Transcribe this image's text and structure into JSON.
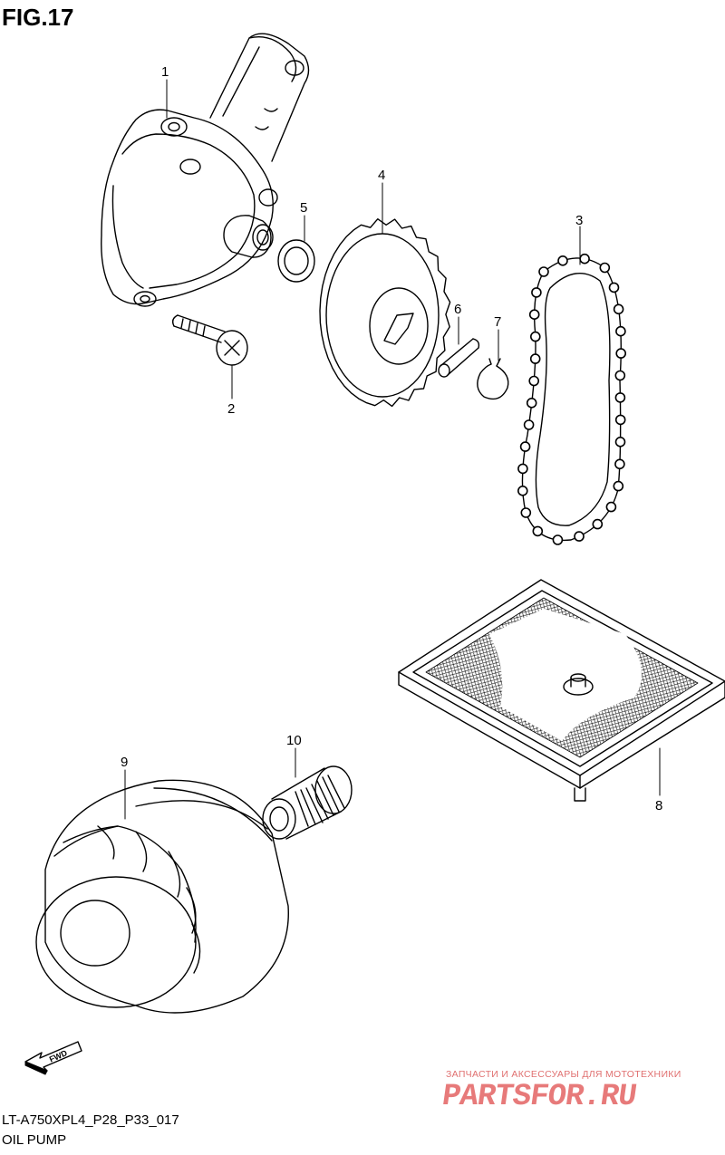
{
  "figure": {
    "title": "FIG.17",
    "model_code": "LT-A750XPL4_P28_P33_017",
    "section_name": "OIL PUMP"
  },
  "callouts": [
    {
      "id": "1",
      "label": "1"
    },
    {
      "id": "2",
      "label": "2"
    },
    {
      "id": "3",
      "label": "3"
    },
    {
      "id": "4",
      "label": "4"
    },
    {
      "id": "5",
      "label": "5"
    },
    {
      "id": "6",
      "label": "6"
    },
    {
      "id": "7",
      "label": "7"
    },
    {
      "id": "8",
      "label": "8"
    },
    {
      "id": "9",
      "label": "9"
    },
    {
      "id": "10",
      "label": "10"
    }
  ],
  "direction_marker": {
    "label": "FWD",
    "icon": "fwd-arrow-icon"
  },
  "watermark": {
    "tagline": "ЗАПЧАСТИ И АКСЕССУАРЫ ДЛЯ МОТОТЕХНИКИ",
    "brand": "PARTSFOR.RU",
    "color": "#e77a7a"
  }
}
